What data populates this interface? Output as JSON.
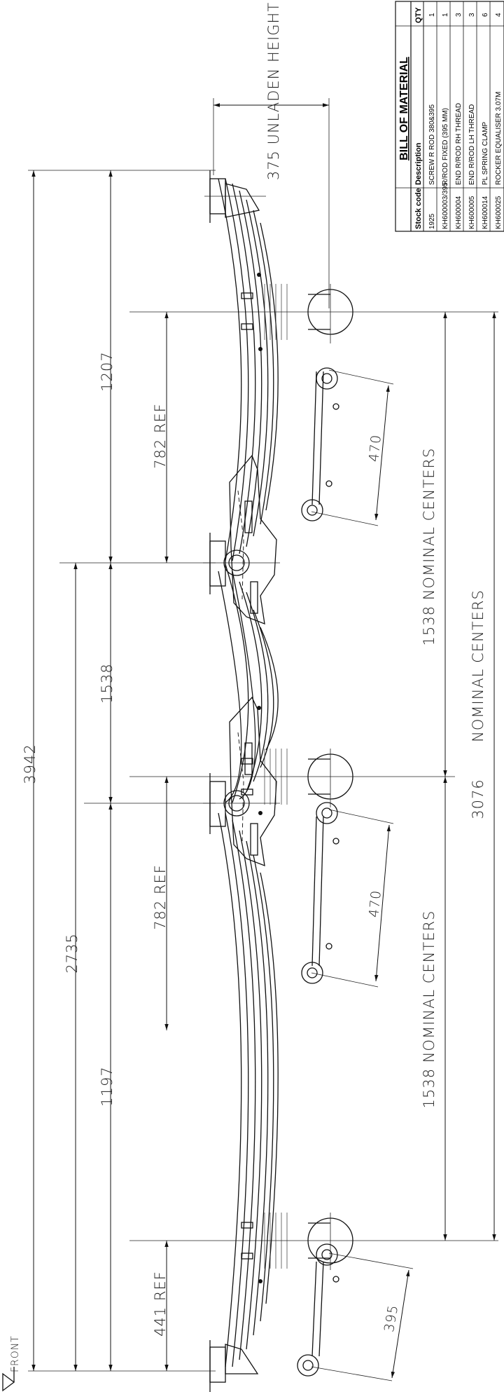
{
  "bom": {
    "title": "BILL OF MATERIAL",
    "headers": [
      "Stock code",
      "Description",
      "QTY"
    ],
    "rows": [
      [
        "1925",
        "SCREW R ROD 380&395",
        "1"
      ],
      [
        "KH600003/395",
        "R/ROD FIXED (395 MM)",
        "1"
      ],
      [
        "KH600004",
        "END R/ROD RH THREAD",
        "3"
      ],
      [
        "KH600005",
        "END R/ROD LH THREAD",
        "3"
      ],
      [
        "KH600014",
        "PL SPRING CLAMP",
        "6"
      ],
      [
        "KH600025",
        "ROCKER EQUALISER 3.07M",
        "4"
      ]
    ]
  },
  "dimensions": {
    "unladen_height": "375 UNLADEN HEIGHT",
    "overall": "3942",
    "d2735": "2735",
    "d1207": "1207",
    "d1538": "1538",
    "d1197": "1197",
    "ref782a": "782 REF",
    "ref782b": "782 REF",
    "ref441": "441 REF",
    "nominal1": "1538 NOMINAL CENTERS",
    "nominal2": "1538 NOMINAL CENTERS",
    "nominal_total_label": "NOMINAL CENTERS",
    "nominal_total": "3076",
    "rod470a": "470",
    "rod470b": "470",
    "rod395": "395"
  },
  "front_label": "FRONT"
}
